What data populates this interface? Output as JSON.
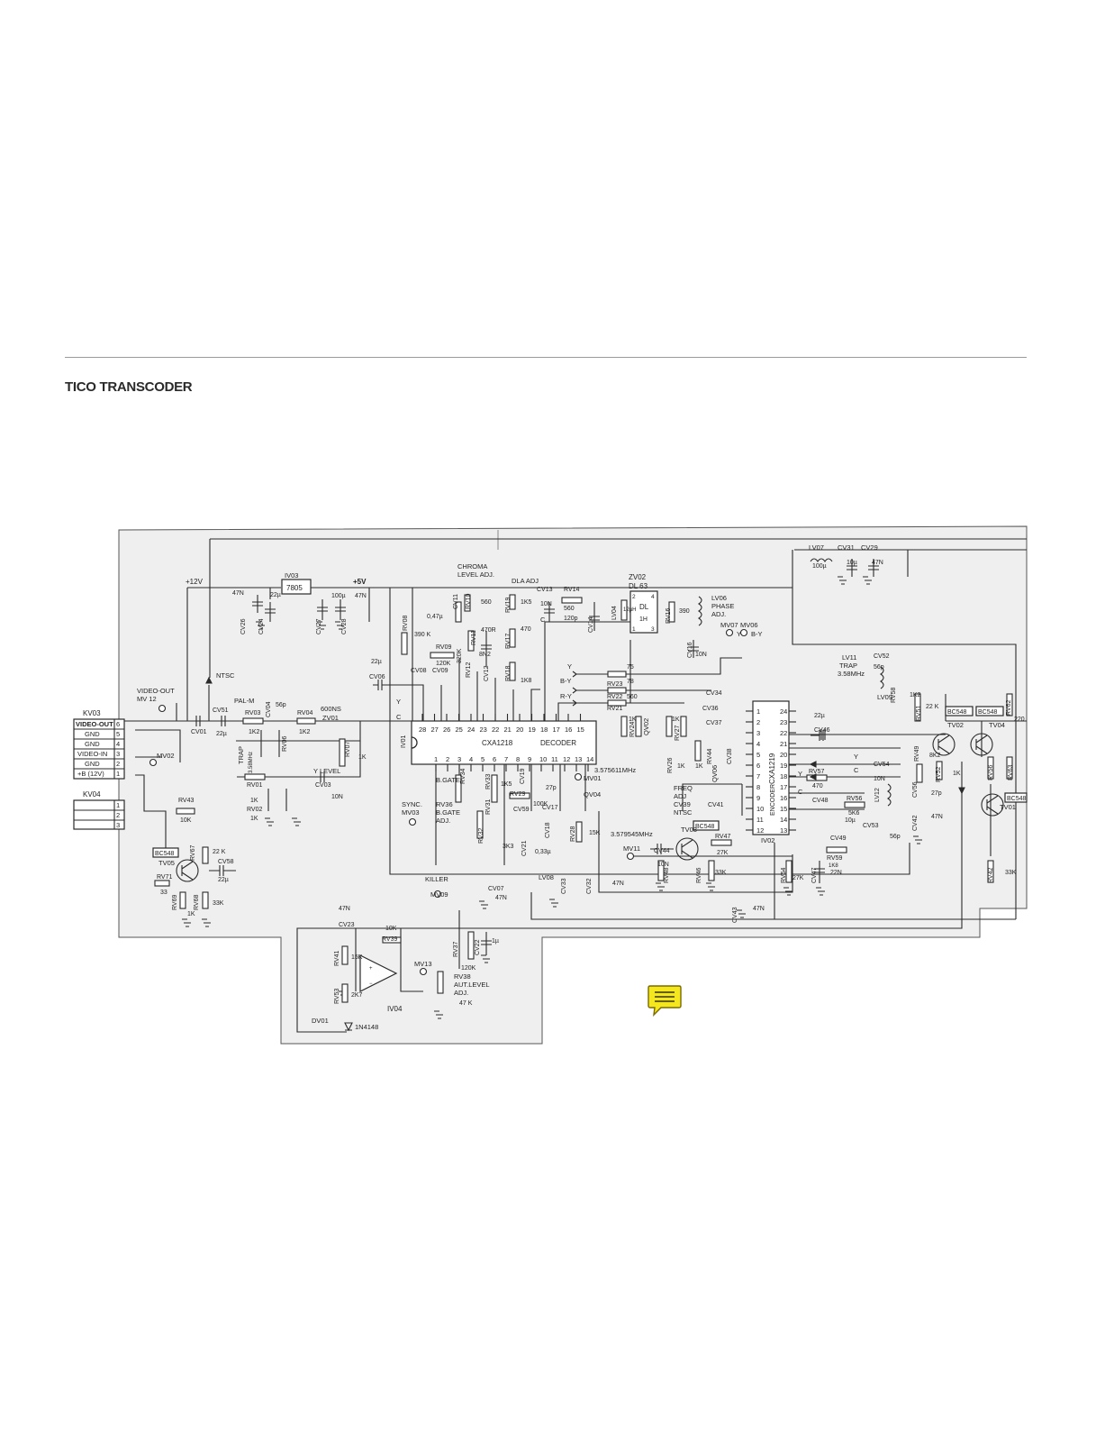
{
  "document": {
    "title": "TICO TRANSCODER"
  },
  "annotation": {
    "icon": "comment-icon",
    "color": "#f5e71e"
  },
  "connectors": {
    "kv03": {
      "name": "KV03",
      "pins": [
        "VIDEO-OUT",
        "GND",
        "GND",
        "VIDEO-IN",
        "GND",
        "+B (12V)"
      ],
      "numbers": [
        "6",
        "5",
        "4",
        "3",
        "2",
        "1"
      ]
    },
    "kv04": {
      "name": "KV04",
      "numbers": [
        "1",
        "2",
        "3"
      ]
    }
  },
  "chips": {
    "decoder": {
      "ref": "IV01",
      "part": "CXA1218",
      "name": "DECODER",
      "top_pins": [
        "28",
        "27",
        "26",
        "25",
        "24",
        "23",
        "22",
        "21",
        "20",
        "19",
        "18",
        "17",
        "16",
        "15"
      ],
      "bottom_pins": [
        "1",
        "2",
        "3",
        "4",
        "5",
        "6",
        "7",
        "8",
        "9",
        "10",
        "11",
        "12",
        "13",
        "14"
      ]
    },
    "encoder": {
      "ref": "IV02",
      "part": "CXA1219",
      "name": "ENCODER",
      "left_pins": [
        "1",
        "2",
        "3",
        "4",
        "5",
        "6",
        "7",
        "8",
        "9",
        "10",
        "11",
        "12"
      ],
      "right_pins": [
        "24",
        "23",
        "22",
        "21",
        "20",
        "19",
        "18",
        "17",
        "16",
        "15",
        "14",
        "13"
      ]
    },
    "regulator": {
      "ref": "IV03",
      "part": "7805"
    },
    "opamp": {
      "ref": "IV04"
    },
    "delay_line": {
      "ref": "ZV02",
      "part": "DL 63",
      "label": "DL",
      "sub": "1H",
      "pins": [
        "2",
        "4",
        "1",
        "3"
      ]
    }
  },
  "rails": {
    "v12": "+12V",
    "v5": "+5V"
  },
  "labels": {
    "video_out_tp": "VIDEO-OUT",
    "mv12": "MV 12",
    "mv02": "MV02",
    "ntsc": "NTSC",
    "pal_m": "PAL-M",
    "chroma_adj": "CHROMA",
    "chroma_adj2": "LEVEL ADJ.",
    "dla_adj": "DLA ADJ",
    "phase_adj": "LV06",
    "phase_adj2": "PHASE",
    "phase_adj3": "ADJ.",
    "mv07": "MV07",
    "mv06": "MV06",
    "y_out": "Y",
    "by_out": "B-Y",
    "y_level": "Y LEVEL",
    "trap": "TRAP",
    "trap_f": "3.58MHz",
    "sync": "SYNC.",
    "mv03": "MV03",
    "bgate": "B.GATE",
    "bgate_adj": "RV36",
    "bgate2": "B.GATE",
    "bgate3": "ADJ.",
    "killer": "KILLER",
    "mv09": "MV09",
    "mv01": "MV01",
    "xtal1": "3.575611MHz",
    "xtal2": "3.579545MHz",
    "mv11": "MV11",
    "freq_adj": "FREQ",
    "freq_adj2": "ADJ",
    "freq_adj3": "CV39",
    "freq_adj4": "NTSC",
    "aut_level": "RV38",
    "aut_level2": "AUT.LEVEL",
    "aut_level3": "ADJ.",
    "mv13": "MV13",
    "dv01": "DV01",
    "diode": "1N4148",
    "sig_y": "Y",
    "sig_by": "B-Y",
    "sig_ry": "R-Y",
    "sig_c": "C",
    "lv11": "LV11",
    "lv11_trap": "TRAP",
    "lv11_f": "3.58MHz",
    "lv09": "LV09",
    "tv01": "TV01",
    "tv02": "TV02",
    "tv03": "TV03",
    "tv04": "TV04",
    "tv05": "TV05",
    "bc548": "BC548",
    "qv04": "QV04",
    "qv02": "QV02",
    "qv06": "QV06",
    "lv07": "LV07",
    "cv31": "CV31",
    "cv29": "CV29",
    "lv08": "LV08",
    "zv01": "ZV01",
    "zv01_v": "600NS"
  },
  "components": {
    "rv43": "RV43",
    "rv43_v": "10K",
    "rv67": "RV67",
    "rv67_v": "22 K",
    "rv71": "RV71",
    "rv71_v": "33",
    "rv68": "RV68",
    "rv68_v": "33K",
    "rv69": "RV69",
    "rv69_v": "1K",
    "cv58": "CV58",
    "cv58_v": "22µ",
    "cv01": "CV01",
    "cv51": "CV51",
    "cv51_v": "22µ",
    "rv03": "RV03",
    "rv03_v": "1K2",
    "rv04": "RV04",
    "rv04_v": "1K2",
    "cv04": "CV04",
    "cv04_v": "56p",
    "rv06": "RV06",
    "rv07": "RV07",
    "rv07_v": "1K",
    "rv01": "RV01",
    "rv01_v": "1K",
    "rv02": "RV02",
    "rv02_v": "1K",
    "cv03": "CV03",
    "cv03_v": "10N",
    "cv26": "CV26",
    "cv26_v": "47N",
    "cv24": "CV24",
    "cv24_v": "22µ",
    "cv27": "CV27",
    "cv27_v": "100µ",
    "cv28": "CV28",
    "cv28_v": "47N",
    "rv08": "RV08",
    "rv08_v": "390 K",
    "rv09": "RV09",
    "rv09_v": "120K",
    "cv08": "CV08",
    "cv09": "CV09",
    "cv11": "CV11",
    "cv11_v": "0,47µ",
    "rv10": "RV10",
    "rv10_v": "560",
    "rv11": "RV11",
    "rv11_v": "470R",
    "rv12": "RV12",
    "rv12_v": "320K",
    "cv12": "CV12",
    "cv12_v": "8N2",
    "rv19": "RV19",
    "rv19_v": "1K5",
    "rv17": "RV17",
    "rv17_v": "470",
    "rv18": "RV18",
    "rv18_v": "1K8",
    "cv13": "CV13",
    "cv13_v": "10N",
    "rv14": "RV14",
    "rv14_v": "560",
    "cv14": "CV14",
    "cv14_v": "120p",
    "lv04": "LV04",
    "lv04_v": "12µH",
    "rv16": "RV16",
    "rv16_v": "390",
    "cv16": "CV16",
    "cv16_v": "10N",
    "cv06": "CV06",
    "cv06_v": "22µ",
    "rv23": "RV23",
    "rv23_v": "75",
    "rv22": "RV22",
    "rv22_v": "78",
    "rv21": "RV21",
    "rv21_v": "560",
    "rv24": "RV24",
    "rv24_v": "1K",
    "rv27": "RV27",
    "rv27_v": "1K",
    "rv26": "RV26",
    "rv26_v": "1K",
    "rv44": "RV44",
    "rv44_v": "1K",
    "rv34": "RV34",
    "rv33": "RV33",
    "rv33_v": "1K5",
    "rv31": "RV31",
    "rv32": "RV32",
    "rv32_v": "3K3",
    "rv29": "RV29",
    "rv29_v": "100K",
    "cv59": "CV59",
    "cv19": "CV19",
    "cv17": "CV17",
    "cv17_v": "27p",
    "cv18": "CV18",
    "cv21": "CV21",
    "cv21_v": "0,33µ",
    "rv28": "RV28",
    "rv28_v": "15K",
    "cv07": "CV07",
    "cv07_v": "47N",
    "cv33": "CV33",
    "cv32": "CV32",
    "cv32_v": "47N",
    "cv44": "CV44",
    "cv44_v": "10N",
    "rv48": "RV48",
    "rv46": "RV46",
    "rv46_v": "33K",
    "rv47": "RV47",
    "rv47_v": "27K",
    "cv34": "CV34",
    "cv36": "CV36",
    "cv37": "CV37",
    "cv38": "CV38",
    "cv41": "CV41",
    "cv43": "CV43",
    "cv43_v": "47N",
    "cv46": "CV46",
    "cv46_v": "22µ",
    "rv57": "RV57",
    "rv57_v": "470",
    "rv56": "RV56",
    "rv56_v": "5K6",
    "cv48": "CV48",
    "cv49": "CV49",
    "cv49_v": "10µ",
    "rv59": "RV59",
    "rv59_v": "1K8",
    "rv54": "RV54",
    "rv54_v": "27K",
    "cv47": "CV47",
    "cv47_v": "22N",
    "cv52": "CV52",
    "cv52_v": "56p",
    "cv54": "CV54",
    "cv54_v": "10N",
    "lv12": "LV12",
    "rv58": "RV58",
    "rv58_v": "1K2",
    "cv53": "CV53",
    "cv53_v": "56p",
    "cv56": "CV56",
    "cv56_v": "27p",
    "cv42": "CV42",
    "cv42_v": "47N",
    "rv49": "RV49",
    "rv49_v": "8K2",
    "rv52": "RV52",
    "rv52_v": "1K",
    "rv51": "RV51",
    "rv51_v": "22 K",
    "rv56b": "RV56",
    "rv63": "RV63",
    "rv42": "RV42",
    "rv42_v": "33K",
    "rv62": "RV62",
    "rv62_v": "220",
    "cv23": "CV23",
    "cv23_v": "47N",
    "rv39": "RV39",
    "rv39_v": "10K",
    "rv41": "RV41",
    "rv41_v": "15K",
    "rv53": "RV53",
    "rv53_v": "2K7",
    "rv37": "RV37",
    "rv37_v": "120K",
    "cv22": "CV22",
    "cv22_v": "1µ",
    "rv38_v": "47 K",
    "lv07_v": "100µ",
    "cv31_v": "10µ",
    "cv29_v": "47N"
  }
}
